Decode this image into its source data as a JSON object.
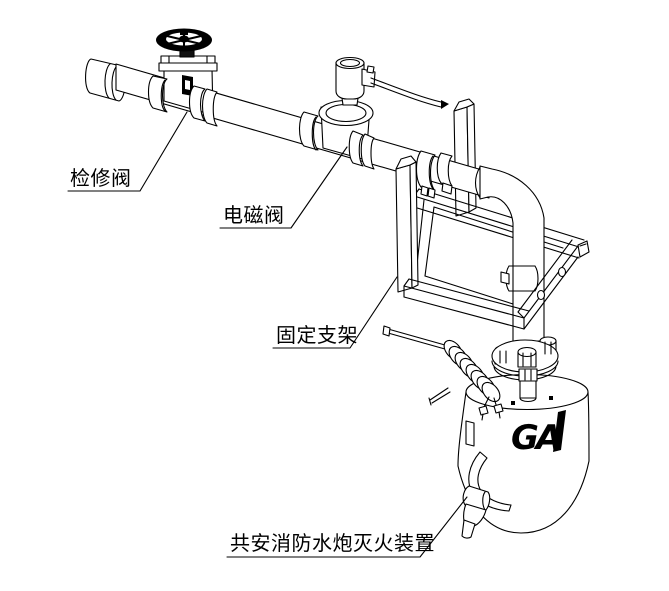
{
  "labels": {
    "inspection_valve": "检修阀",
    "solenoid_valve": "电磁阀",
    "mounting_bracket": "固定支架",
    "water_cannon": "共安消防水炮灭火装置"
  },
  "logo": {
    "text": "GA"
  },
  "colors": {
    "line": "#000000",
    "background": "#ffffff"
  }
}
